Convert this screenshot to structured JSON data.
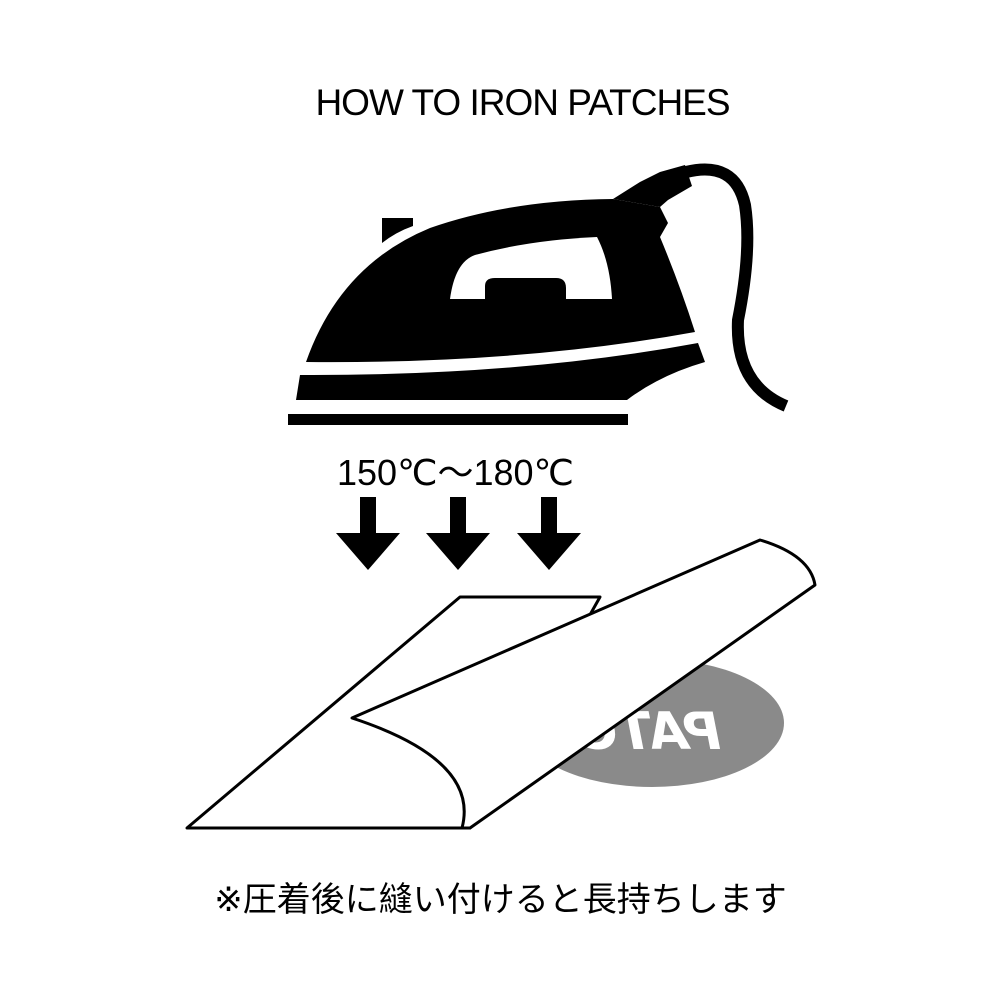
{
  "title": "HOW TO IRON PATCHES",
  "temperature": "150℃～180℃",
  "patch_label": "PATC",
  "note": "※圧着後に縫い付けると長持ちします",
  "colors": {
    "ink": "#000000",
    "patch": "#8a8a8a",
    "background": "#ffffff"
  }
}
